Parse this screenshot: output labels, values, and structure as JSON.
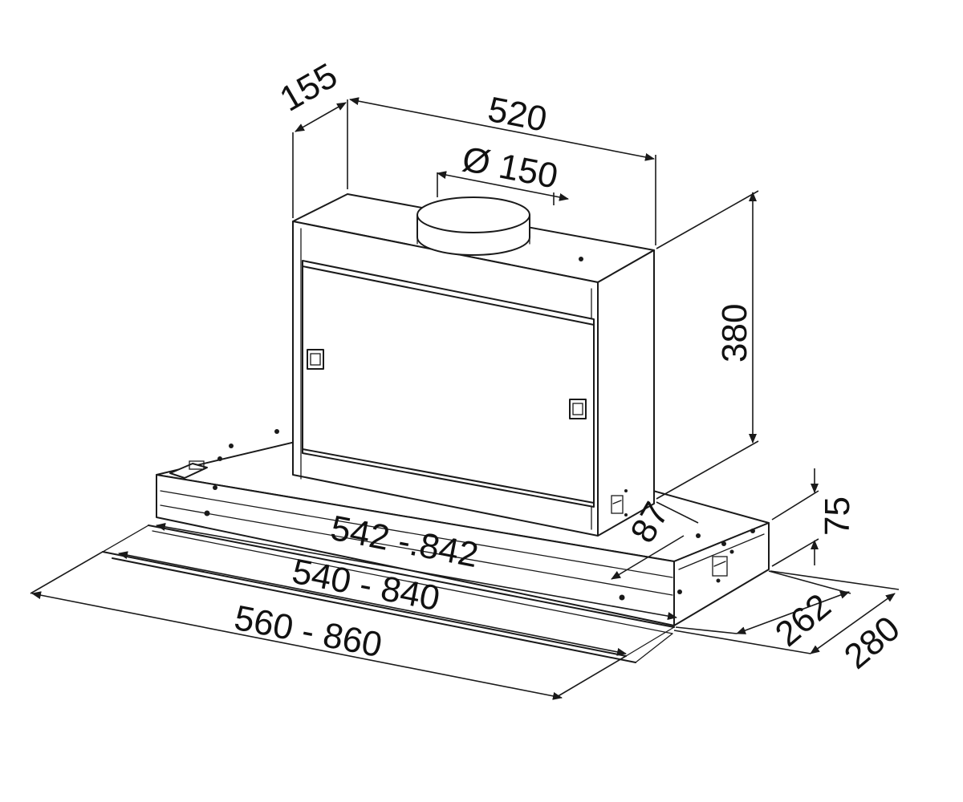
{
  "dimensions": {
    "duct_depth": "155",
    "duct_width": "520",
    "outlet_diameter": "Ø 150",
    "duct_height": "380",
    "slide_offset": "87",
    "body_height": "75",
    "inner_depth": "262",
    "outer_depth": "280",
    "extension_542": "542 -.842",
    "extension_540": "540 - 840",
    "extension_560": "560 - 860"
  },
  "colors": {
    "line": "#1a1a1a",
    "background": "#ffffff"
  }
}
